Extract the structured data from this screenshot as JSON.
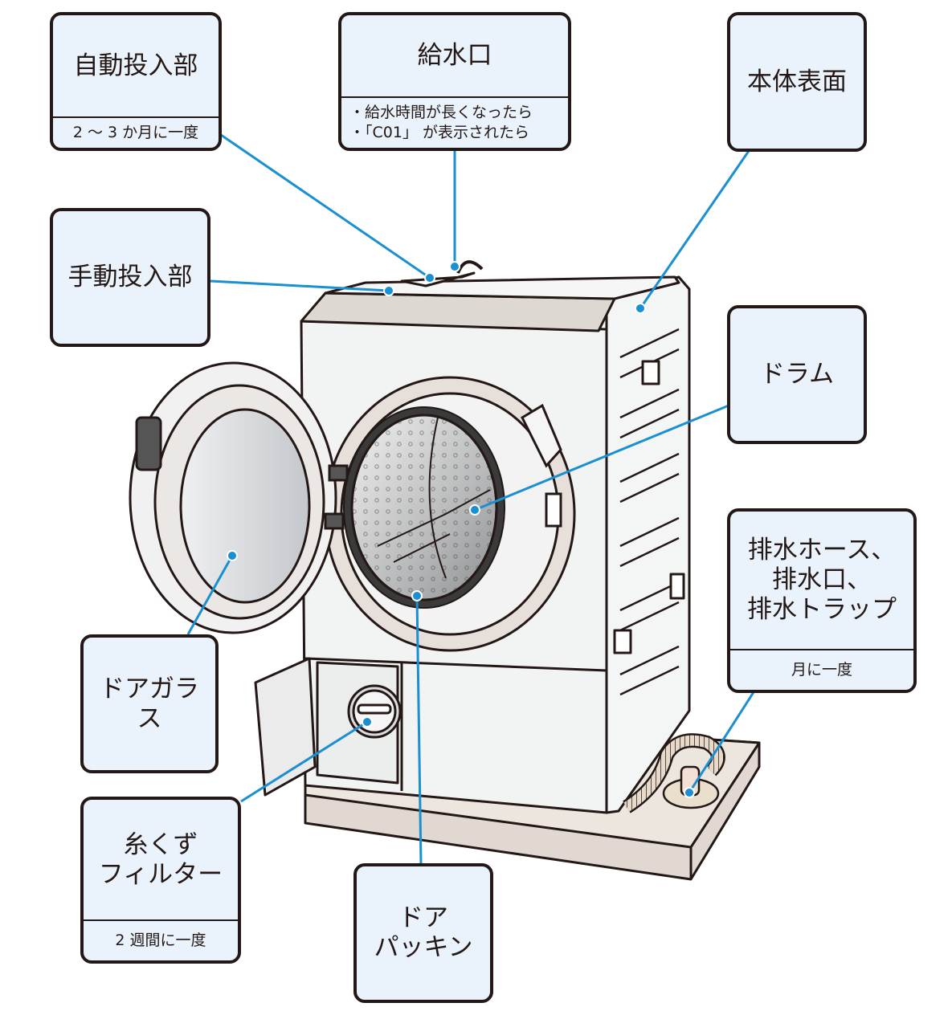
{
  "diagram": {
    "subject": "front-loading washing machine maintenance parts",
    "accent_color": "#1a8fd1",
    "box_fill": "#eaf3fc",
    "labels": [
      {
        "id": "auto-dispenser",
        "title": "自動投入部",
        "note": [
          "2 ～ 3 か月に一度"
        ]
      },
      {
        "id": "water-inlet",
        "title": "給水口",
        "note": [
          "・給水時間が長くなったら",
          "・「C01」 が表示されたら"
        ]
      },
      {
        "id": "body-surface",
        "title": "本体表面",
        "note": []
      },
      {
        "id": "manual-dispenser",
        "title": "手動投入部",
        "note": []
      },
      {
        "id": "drum",
        "title": "ドラム",
        "note": []
      },
      {
        "id": "drain-parts",
        "title": "排水ホース、\n排水口、\n排水トラップ",
        "title_lines": [
          "排水ホース、",
          "排水口、",
          "排水トラップ"
        ],
        "note": [
          "月に一度"
        ]
      },
      {
        "id": "door-glass",
        "title": "ドアガラス",
        "note": []
      },
      {
        "id": "lint-filter",
        "title": "糸くず\nフィルター",
        "title_lines": [
          "糸くず",
          "フィルター"
        ],
        "note": [
          "2 週間に一度"
        ]
      },
      {
        "id": "door-gasket",
        "title": "ドア\nパッキン",
        "title_lines": [
          "ドア",
          "パッキン"
        ],
        "note": []
      }
    ]
  }
}
